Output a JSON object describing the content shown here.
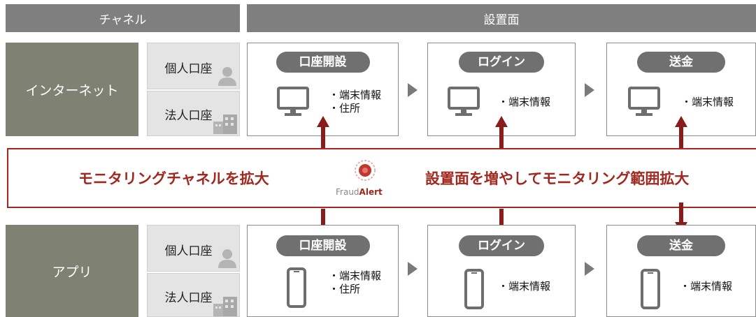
{
  "header": {
    "channel": "チャネル",
    "placement": "設置面"
  },
  "channels": [
    {
      "name": "インターネット",
      "accounts": [
        "個人口座",
        "法人口座"
      ],
      "stages": [
        {
          "title": "口座開設",
          "features": [
            "・端末情報",
            "・住所"
          ],
          "device": "monitor-icon"
        },
        {
          "title": "ログイン",
          "features": [
            "・端末情報"
          ],
          "device": "monitor-icon"
        },
        {
          "title": "送金",
          "features": [
            "・端末情報"
          ],
          "device": "monitor-icon"
        }
      ]
    },
    {
      "name": "アプリ",
      "accounts": [
        "個人口座",
        "法人口座"
      ],
      "stages": [
        {
          "title": "口座開設",
          "features": [
            "・端末情報",
            "・住所"
          ],
          "device": "smartphone-icon"
        },
        {
          "title": "ログイン",
          "features": [
            "・端末情報"
          ],
          "device": "smartphone-icon"
        },
        {
          "title": "送金",
          "features": [
            "・端末情報"
          ],
          "device": "smartphone-icon"
        }
      ]
    }
  ],
  "banner": {
    "left_text": "モニタリングチャネルを拡大",
    "right_text": "設置面を増やしてモニタリング範囲拡大",
    "logo_part1": "Fraud",
    "logo_part2": "Alert"
  },
  "colors": {
    "accent": "#a0281f",
    "header_gray": "#7f7f7f",
    "channel_gray": "#7f8272",
    "pill_gray": "#707070"
  }
}
